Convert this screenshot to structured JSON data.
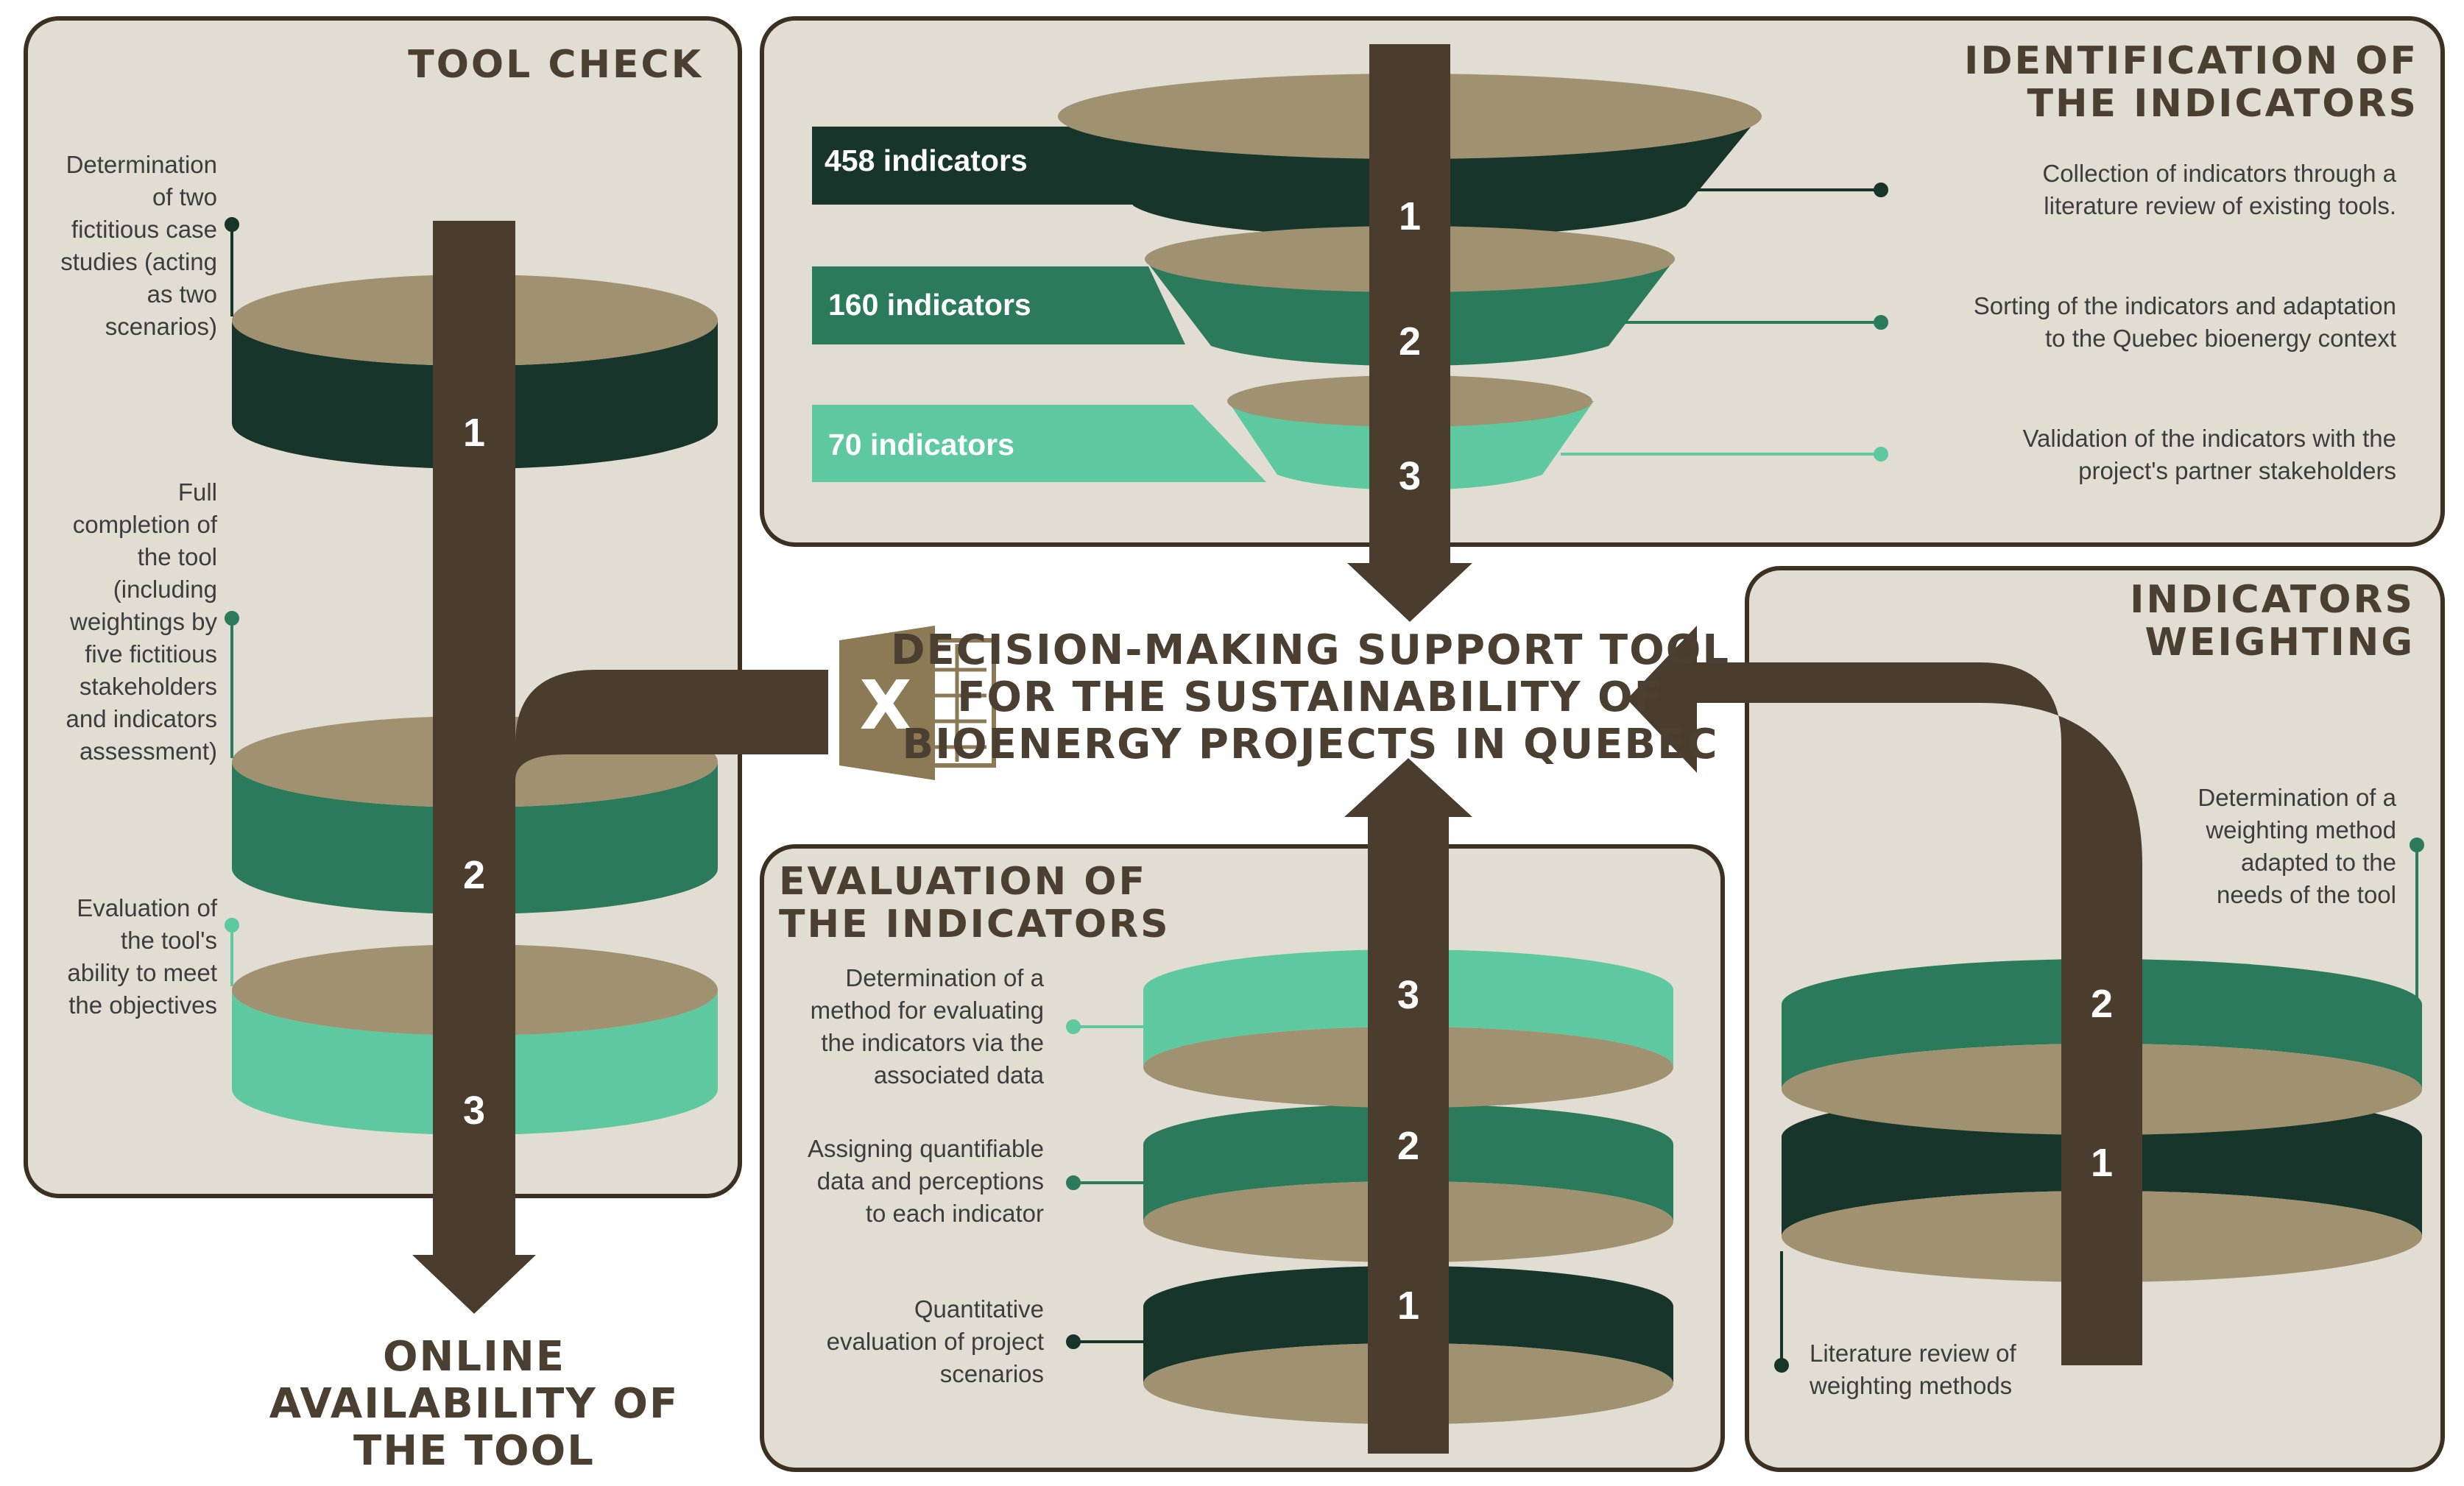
{
  "center_title": [
    "DECISION-MAKING SUPPORT TOOL",
    "FOR THE SUSTAINABILITY OF",
    "BIOENERGY PROJECTS IN QUEBEC"
  ],
  "excel_icon_letter": "X",
  "output_title": [
    "ONLINE",
    "AVAILABILITY OF",
    "THE TOOL"
  ],
  "colors": {
    "panel": "#e2ddd3",
    "shaft": "#4a3d2d",
    "inner": "#a09270",
    "dark": "#17352b",
    "mid": "#2c7a5c",
    "light": "#5ec9a0"
  },
  "tool_check": {
    "title": "TOOL CHECK",
    "steps": [
      {
        "number": "1",
        "lines": [
          "Determination",
          "of two",
          "fictitious case",
          "studies (acting",
          "as two",
          "scenarios)"
        ]
      },
      {
        "number": "2",
        "lines": [
          "Full",
          "completion of",
          "the tool",
          "(including",
          "weightings by",
          "five fictitious",
          "stakeholders",
          "and indicators",
          "assessment)"
        ]
      },
      {
        "number": "3",
        "lines": [
          "Evaluation of",
          "the tool's",
          "ability to meet",
          "the objectives"
        ]
      }
    ]
  },
  "identification": {
    "title": [
      "IDENTIFICATION OF",
      "THE INDICATORS"
    ],
    "steps": [
      {
        "number": "1",
        "badge": "458 indicators",
        "lines": [
          "Collection of indicators through a",
          "literature review of existing tools."
        ]
      },
      {
        "number": "2",
        "badge": "160 indicators",
        "lines": [
          "Sorting of the indicators and adaptation",
          "to the Quebec bioenergy context"
        ]
      },
      {
        "number": "3",
        "badge": "70 indicators",
        "lines": [
          "Validation of the indicators with the",
          "project's partner stakeholders"
        ]
      }
    ]
  },
  "weighting": {
    "title": [
      "INDICATORS",
      "WEIGHTING"
    ],
    "steps": [
      {
        "number": "1",
        "lines": [
          "Literature review of",
          "weighting methods"
        ]
      },
      {
        "number": "2",
        "lines": [
          "Determination of a",
          "weighting method",
          "adapted to the",
          "needs of the tool"
        ]
      }
    ]
  },
  "evaluation": {
    "title": [
      "EVALUATION OF",
      "THE INDICATORS"
    ],
    "steps": [
      {
        "number": "1",
        "lines": [
          "Quantitative",
          "evaluation of project",
          "scenarios"
        ]
      },
      {
        "number": "2",
        "lines": [
          "Assigning quantifiable",
          "data and perceptions",
          "to each indicator"
        ]
      },
      {
        "number": "3",
        "lines": [
          "Determination of a",
          "method for evaluating",
          "the indicators via the",
          "associated data"
        ]
      }
    ]
  }
}
